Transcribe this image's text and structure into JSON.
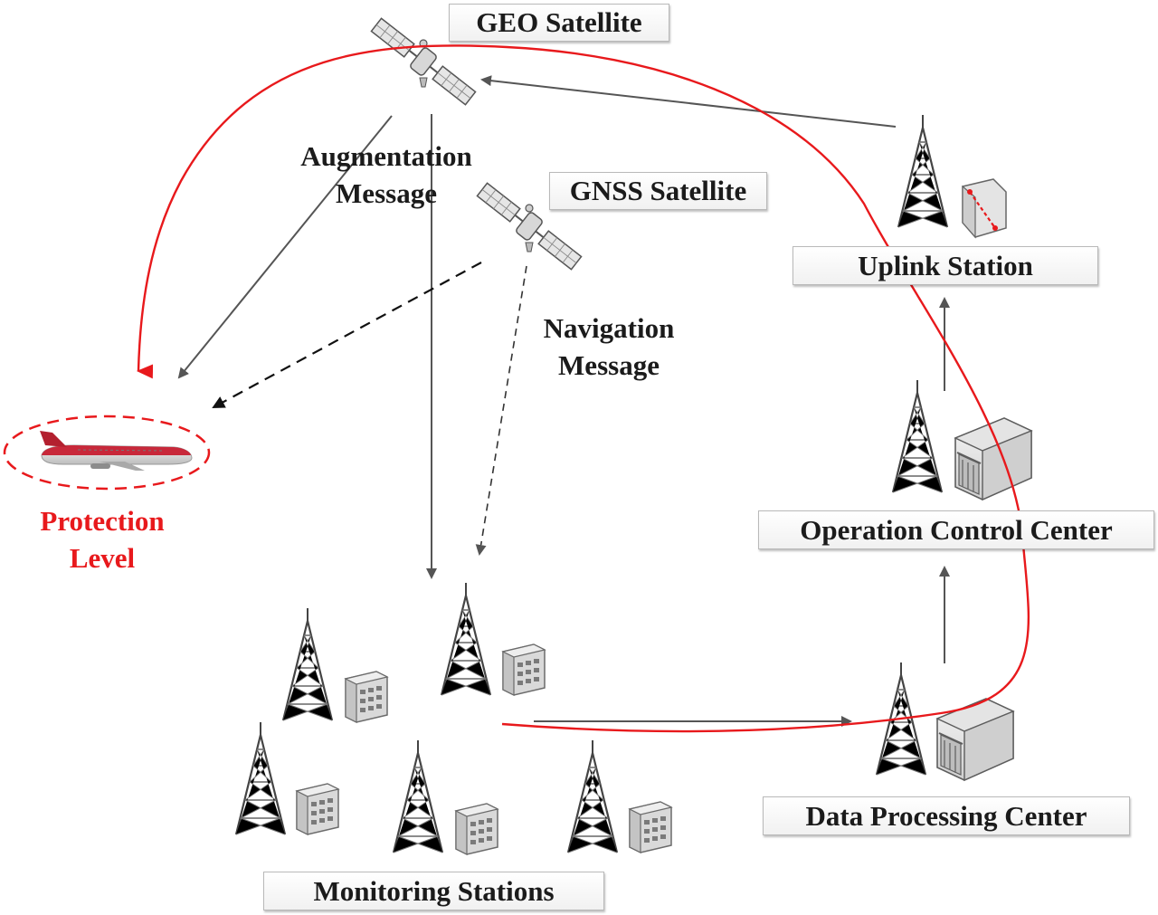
{
  "labels": {
    "geo_satellite": "GEO Satellite",
    "gnss_satellite": "GNSS Satellite",
    "augmentation_line1": "Augmentation",
    "augmentation_line2": "Message",
    "navigation_line1": "Navigation",
    "navigation_line2": "Message",
    "protection_line1": "Protection",
    "protection_line2": "Level",
    "uplink_station": "Uplink Station",
    "operation_control_center": "Operation Control Center",
    "data_processing_center": "Data Processing Center",
    "monitoring_stations": "Monitoring Stations"
  },
  "colors": {
    "loop_red": "#e8191c",
    "arrow_gray": "#555555",
    "dashed_black": "#111111",
    "label_text": "#1b1b1b"
  },
  "icons": [
    "satellite-icon",
    "antenna-tower-icon",
    "building-icon",
    "airplane-icon",
    "signal-box-icon"
  ]
}
